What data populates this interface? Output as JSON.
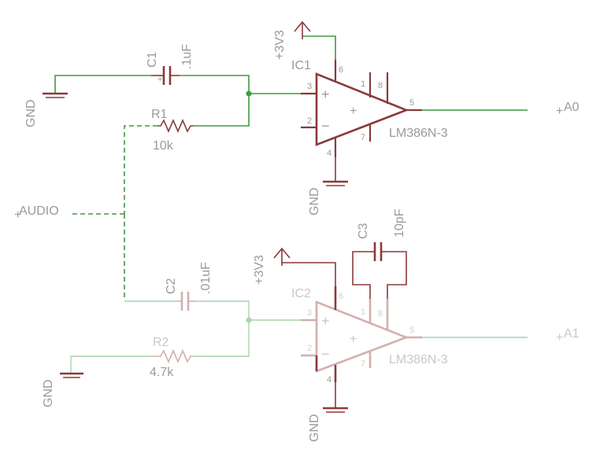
{
  "nets": {
    "audio": "AUDIO",
    "gnd": "GND",
    "vcc": "+3V3",
    "out0": "A0",
    "out1": "A1"
  },
  "ic1": {
    "ref": "IC1",
    "value": "LM386N-3",
    "pins": {
      "in_plus": "3",
      "in_minus": "2",
      "vs": "6",
      "gnd": "4",
      "out": "5",
      "g1": "1",
      "g8": "8",
      "bypass": "7"
    },
    "plus_sign": "+",
    "minus_sign": "−",
    "center_mark": "+"
  },
  "ic2": {
    "ref": "IC2",
    "value": "LM386N-3",
    "pins": {
      "in_plus": "3",
      "in_minus": "2",
      "vs": "6",
      "gnd": "4",
      "out": "5",
      "g1": "1",
      "g8": "8",
      "bypass": "7"
    },
    "plus_sign": "+",
    "minus_sign": "−",
    "center_mark": "+"
  },
  "c1": {
    "ref": "C1",
    "value": ".1uF"
  },
  "c2": {
    "ref": "C2",
    "value": ".01uF"
  },
  "c3": {
    "ref": "C3",
    "value": "10pF"
  },
  "r1": {
    "ref": "R1",
    "value": "10k"
  },
  "r2": {
    "ref": "R2",
    "value": "4.7k"
  },
  "colors": {
    "wire_active": "#3f9a3f",
    "wire_faded": "#a9d4a9",
    "part_active": "#8a3a3a",
    "part_faded": "#d4aeae",
    "label": "#9a9a9a"
  }
}
